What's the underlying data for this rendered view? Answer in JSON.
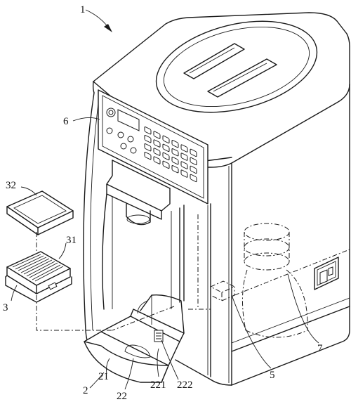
{
  "figure": {
    "labels": {
      "machine": "1",
      "drip_tray": "2",
      "tray_front_wall": "21",
      "tray_inner": "22",
      "tray_part_221": "221",
      "tray_part_222": "222",
      "filter": "3",
      "filter_top": "31",
      "filter_cover": "32",
      "sensor": "5",
      "control_panel": "6",
      "water_tank": "7"
    }
  }
}
